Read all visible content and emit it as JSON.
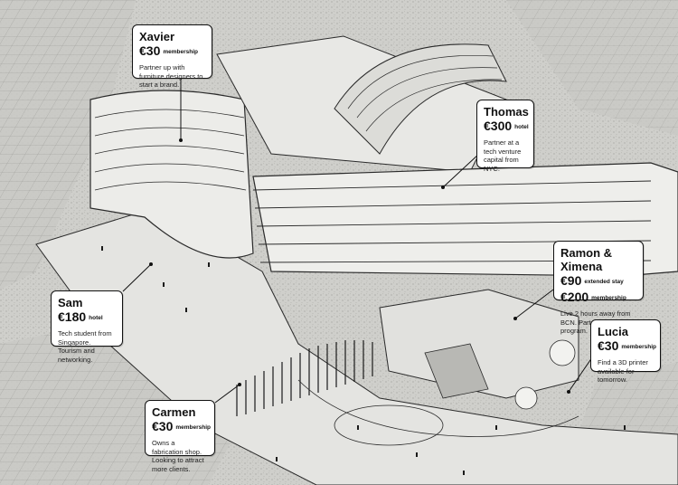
{
  "callouts": {
    "xavier": {
      "name": "Xavier",
      "price": "€30",
      "type": "membership",
      "desc": "Partner up with furniture designers to start a brand."
    },
    "thomas": {
      "name": "Thomas",
      "price": "€300",
      "type": "hotel",
      "desc": "Partner at a tech venture capital from NYC."
    },
    "ramon": {
      "name": "Ramon & Ximena",
      "price1": "€90",
      "type1": "extended stay",
      "price2": "€200",
      "type2": "membership",
      "desc": "Live 2 hours away from BCN. Part of incubator program."
    },
    "lucia": {
      "name": "Lucia",
      "price": "€30",
      "type": "membership",
      "desc": "Find a 3D printer available for tomorrow."
    },
    "sam": {
      "name": "Sam",
      "price": "€180",
      "type": "hotel",
      "desc": "Tech student from Singapore. Tourism and networking."
    },
    "carmen": {
      "name": "Carmen",
      "price": "€30",
      "type": "membership",
      "desc": "Owns a fabrication shop. Looking to attract more clients."
    }
  },
  "colors": {
    "paper": "#d9d9d6",
    "stroke": "#2a2a2a",
    "callout_bg": "#ffffff",
    "ink": "#111111"
  }
}
